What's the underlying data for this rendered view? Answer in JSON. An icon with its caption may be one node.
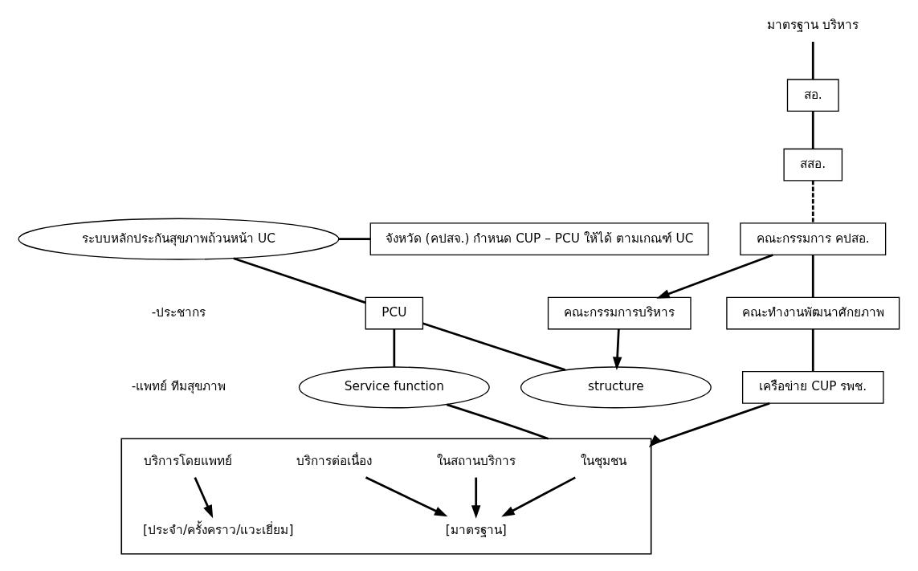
{
  "diagram": {
    "nodes": [
      {
        "text": [
          "ระบบหลักประกันสุขภาพถ้วนหน้า UC"
        ]
      },
      {
        "text": [
          "จังหวัด (คปสจ.) กำหนด CUP – PCU ให้ได้ ตามเกณฑ์ UC"
        ]
      },
      {
        "text": [
          "มาตรฐาน บริหาร"
        ]
      },
      {
        "text": [
          "สอ."
        ]
      },
      {
        "text": [
          "สสอ."
        ]
      },
      {
        "text": [
          "PCU"
        ]
      },
      {
        "text": [
          "structure"
        ]
      },
      {
        "text": [
          "Service function"
        ]
      },
      {
        "text": [],
        "shape": "box"
      },
      {
        "text": [
          "ในชุมชน"
        ],
        "in": 8
      },
      {
        "text": [
          "[มาตรฐาน]"
        ],
        "in": 8
      },
      {
        "text": [
          "ในสถานบริการ"
        ],
        "in": 8
      },
      {
        "text": [
          "บริการต่อเนื่อง"
        ],
        "in": 8
      },
      {
        "text": [
          "บริการโดยแพทย์"
        ],
        "in": 8
      },
      {
        "text": [
          "[ประจำ/ครั้งคราว/แวะเยี่ยม]"
        ],
        "in": 8
      },
      {
        "text": [
          "คณะกรรมการบริหาร"
        ]
      },
      {
        "text": [
          "คณะกรรมการ คปสอ."
        ]
      },
      {
        "text": [
          "คณะทำงานพัฒนาศักยภาพ"
        ]
      },
      {
        "text": [
          "เครือข่าย CUP รพช."
        ]
      }
    ],
    "edges": [
      {
        "from": 0,
        "to": 1,
        "arrow": "none"
      },
      {
        "from": 0,
        "to": 5,
        "arrow": "none"
      },
      {
        "from": 2,
        "to": 3,
        "arrow": "none"
      },
      {
        "from": 3,
        "to": 4,
        "arrow": "none"
      },
      {
        "from": 5,
        "to": 6,
        "arrow": "none"
      },
      {
        "from": 5,
        "to": 7,
        "arrow": "none"
      },
      {
        "from": 7,
        "to": 8,
        "arrow": "none"
      },
      {
        "from": 9,
        "to": 10,
        "arrow": "to"
      },
      {
        "from": 11,
        "to": 10,
        "arrow": "to"
      },
      {
        "from": 12,
        "to": 10,
        "arrow": "to"
      },
      {
        "from": 13,
        "to": 14,
        "arrow": "to"
      },
      {
        "from": 15,
        "to": 6,
        "arrow": "to"
      },
      {
        "from": 16,
        "to": 15,
        "arrow": "to"
      },
      {
        "from": 4,
        "to": 16,
        "arrow": "none",
        "style": "dashed"
      },
      {
        "from": 16,
        "to": 17,
        "arrow": "none"
      },
      {
        "from": 17,
        "to": 18,
        "arrow": "none"
      },
      {
        "from": 18,
        "to": 8,
        "arrow": "to"
      }
    ],
    "labels": [
      "-ประชากร",
      "-แพทย์ ทีมสุขภาพ"
    ]
  }
}
